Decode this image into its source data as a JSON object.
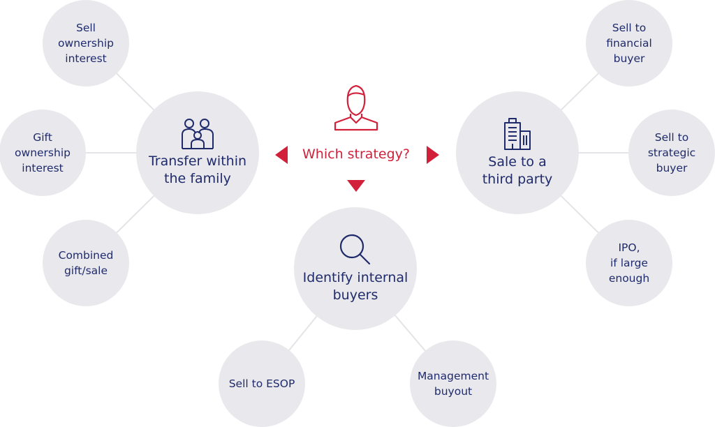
{
  "center": {
    "question": "Which strategy?",
    "icon": "person-icon"
  },
  "hubs": {
    "family": {
      "label": "Transfer within\nthe family",
      "icon": "family-icon"
    },
    "third_party": {
      "label": "Sale to a\nthird party",
      "icon": "building-icon"
    },
    "internal": {
      "label": "Identify internal\nbuyers",
      "icon": "magnifier-icon"
    }
  },
  "leaves": {
    "family": [
      "Sell\nownership\ninterest",
      "Gift\nownership\ninterest",
      "Combined\ngift/sale"
    ],
    "third_party": [
      "Sell to\nfinancial\nbuyer",
      "Sell to\nstrategic\nbuyer",
      "IPO,\nif large\nenough"
    ],
    "internal": [
      "Sell to ESOP",
      "Management\nbuyout"
    ]
  },
  "colors": {
    "accent": "#d2203a",
    "text": "#1f2a6b",
    "circle": "#e9e9ed",
    "line": "#e4e4e8"
  }
}
